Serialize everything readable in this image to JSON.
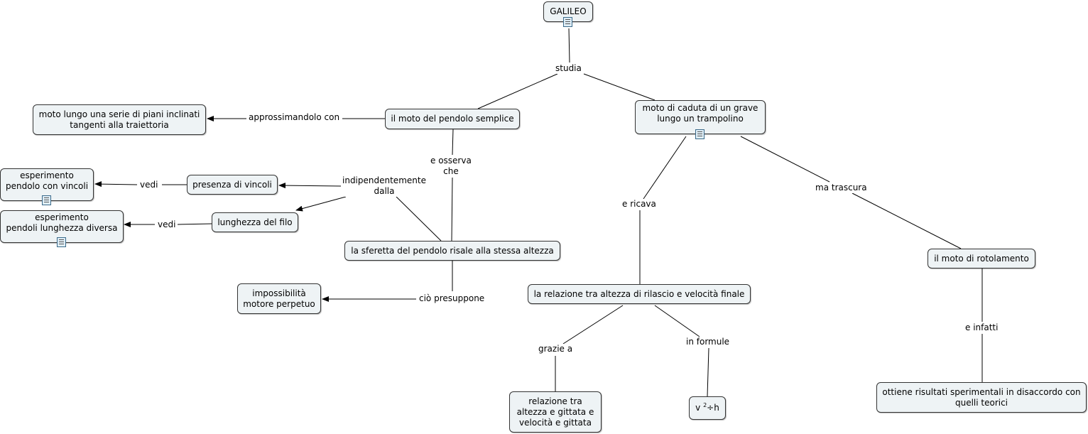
{
  "nodes": {
    "galileo": "GALILEO",
    "pendolo_semplice": "il moto del pendolo semplice",
    "caduta_grave": "moto di caduta di un grave\nlungo un trampolino",
    "piani_inclinati": "moto lungo una serie di piani inclinati\ntangenti alla traiettoria",
    "esp_vincoli": "esperimento\npendolo con vincoli",
    "esp_lunghezza": "esperimento\npendoli lunghezza diversa",
    "presenza_vincoli": "presenza di vincoli",
    "lunghezza_filo": "lunghezza del filo",
    "sferetta": "la sferetta del pendolo risale alla stessa altezza",
    "impossibilita": "impossibilità\nmotore perpetuo",
    "relazione_altezza": "la relazione tra altezza di rilascio e velocità finale",
    "relazione_gittata": "relazione tra\naltezza e gittata e\nvelocità e gittata",
    "formula_base": "v",
    "formula_exp": "2",
    "formula_rest": "÷h",
    "rotolamento": "il moto di rotolamento",
    "risultati": "ottiene risultati sperimentali in disaccordo con\nquelli teorici"
  },
  "labels": {
    "studia": "studia",
    "approssimandolo": "approssimandolo con",
    "osserva": "e osserva\nche",
    "indipendentemente": "indipendentemente\ndalla",
    "vedi1": "vedi",
    "vedi2": "vedi",
    "presuppone": "ciò presuppone",
    "ricava": "e ricava",
    "trascura": "ma trascura",
    "grazie": "grazie a",
    "formule": "in formule",
    "infatti": "e infatti"
  },
  "icons": {
    "resource_icon": "document-icon"
  },
  "colors": {
    "node_fill": "#eef3f5",
    "node_border": "#333333",
    "link": "#000000"
  }
}
